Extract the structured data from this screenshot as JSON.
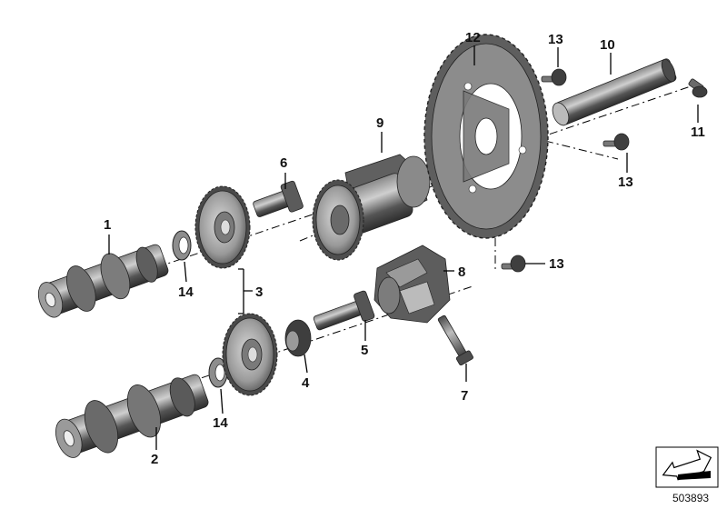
{
  "diagram": {
    "callouts": [
      {
        "id": "1",
        "label": "1"
      },
      {
        "id": "2",
        "label": "2"
      },
      {
        "id": "3",
        "label": "3"
      },
      {
        "id": "4",
        "label": "4"
      },
      {
        "id": "5",
        "label": "5"
      },
      {
        "id": "6",
        "label": "6"
      },
      {
        "id": "7",
        "label": "7"
      },
      {
        "id": "8",
        "label": "8"
      },
      {
        "id": "9",
        "label": "9"
      },
      {
        "id": "10",
        "label": "10"
      },
      {
        "id": "11",
        "label": "11"
      },
      {
        "id": "12",
        "label": "12"
      },
      {
        "id": "13a",
        "label": "13"
      },
      {
        "id": "13b",
        "label": "13"
      },
      {
        "id": "13c",
        "label": "13"
      },
      {
        "id": "14a",
        "label": "14"
      },
      {
        "id": "14b",
        "label": "14"
      }
    ],
    "document_number": "503893",
    "colors": {
      "part_dark": "#3b3b3b",
      "part_mid": "#6e6e6e",
      "part_light": "#a9a9a9",
      "highlight": "#d6d6d6",
      "line": "#000000"
    }
  }
}
